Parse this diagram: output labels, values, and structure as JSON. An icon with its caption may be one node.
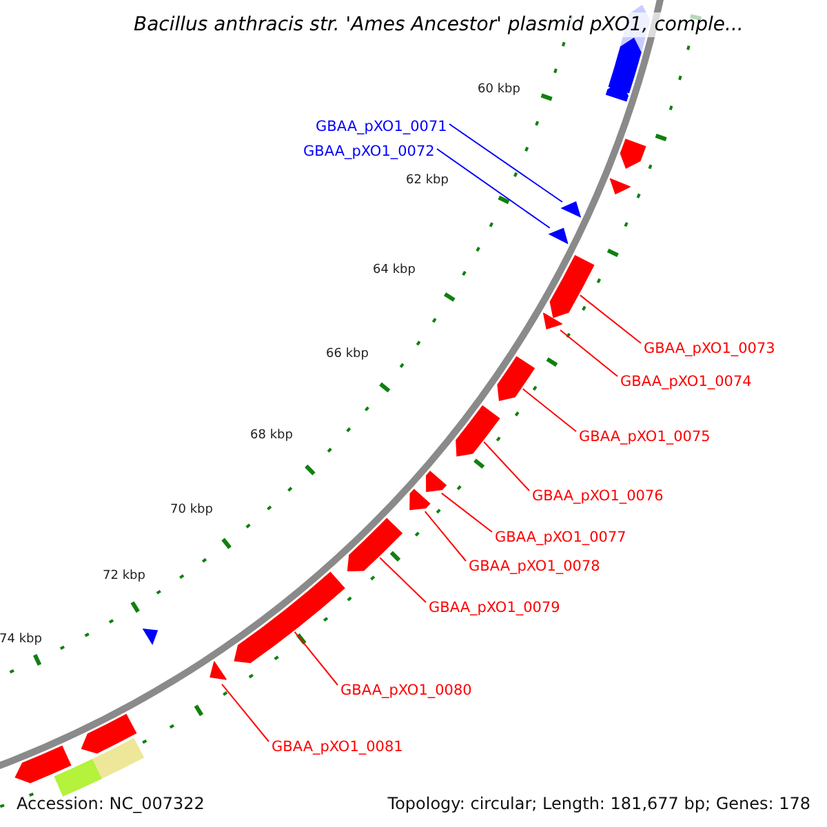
{
  "diagram": {
    "title": "Bacillus anthracis str. 'Ames Ancestor' plasmid pXO1, comple...",
    "nodes": [
      {
        "text": [
          "GBAA_pXO1_0071"
        ]
      },
      {
        "text": [
          "GBAA_pXO1_0072"
        ]
      },
      {
        "text": [
          "GBAA_pXO1_0073"
        ]
      },
      {
        "text": [
          "GBAA_pXO1_0074"
        ]
      },
      {
        "text": [
          "GBAA_pXO1_0075"
        ]
      },
      {
        "text": [
          "GBAA_pXO1_0076"
        ]
      },
      {
        "text": [
          "GBAA_pXO1_0077"
        ]
      },
      {
        "text": [
          "GBAA_pXO1_0078"
        ]
      },
      {
        "text": [
          "GBAA_pXO1_0079"
        ]
      },
      {
        "text": [
          "GBAA_pXO1_0080"
        ]
      },
      {
        "text": [
          "GBAA_pXO1_0081"
        ]
      },
      {
        "text": [],
        "shape": "box"
      },
      {
        "text": [],
        "shape": "box"
      },
      {
        "text": [],
        "shape": "box"
      },
      {
        "text": [],
        "shape": "box"
      },
      {
        "text": [],
        "shape": "triangle"
      },
      {
        "text": [],
        "shape": "triangle"
      },
      {
        "text": [],
        "shape": "triangle"
      },
      {
        "text": [],
        "shape": "box"
      },
      {
        "text": [],
        "shape": "triangle"
      },
      {
        "text": [],
        "shape": "box"
      },
      {
        "text": [],
        "shape": "box"
      },
      {
        "text": [],
        "shape": "box"
      },
      {
        "text": [],
        "shape": "box"
      },
      {
        "text": [],
        "shape": "box"
      },
      {
        "text": [],
        "shape": "box"
      },
      {
        "text": [],
        "shape": "triangle"
      },
      {
        "text": [],
        "shape": "triangle"
      },
      {
        "text": [],
        "shape": "box"
      },
      {
        "text": [],
        "shape": "box"
      },
      {
        "text": [],
        "shape": "bar"
      },
      {
        "text": [],
        "shape": "bar"
      }
    ],
    "edges": [
      {
        "from": 0,
        "to": 16,
        "arrow": "none",
        "color": "#0000ff"
      },
      {
        "from": 1,
        "to": 17,
        "arrow": "none",
        "color": "#0000ff"
      },
      {
        "from": 2,
        "to": 18,
        "arrow": "none"
      },
      {
        "from": 3,
        "to": 19,
        "arrow": "none"
      },
      {
        "from": 4,
        "to": 20,
        "arrow": "none"
      },
      {
        "from": 5,
        "to": 21,
        "arrow": "none"
      },
      {
        "from": 6,
        "to": 22,
        "arrow": "none"
      },
      {
        "from": 7,
        "to": 23,
        "arrow": "none"
      },
      {
        "from": 8,
        "to": 24,
        "arrow": "none"
      },
      {
        "from": 9,
        "to": 25,
        "arrow": "none"
      },
      {
        "from": 10,
        "to": 26,
        "arrow": "none"
      }
    ],
    "labels": [
      "60 kbp",
      "62 kbp",
      "64 kbp",
      "66 kbp",
      "68 kbp",
      "70 kbp",
      "72 kbp",
      "74 kbp",
      "Accession: NC_007322",
      "Topology: circular; Length: 181,677 bp; Genes: 178"
    ]
  }
}
